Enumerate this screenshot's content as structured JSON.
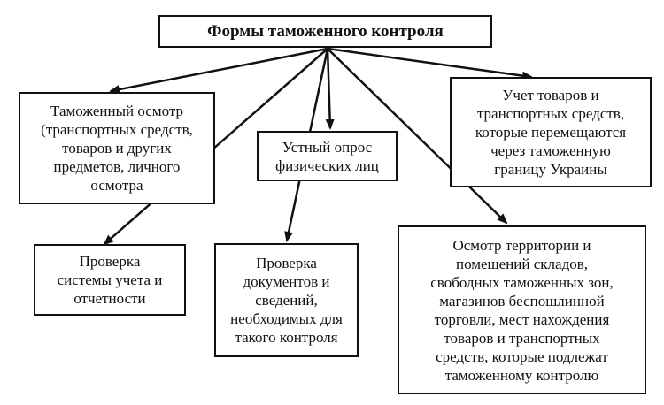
{
  "diagram": {
    "title": "Формы таможенного контроля",
    "nodes": {
      "inspection": "Таможенный осмотр\n(транспортных средств,\nтоваров и других\nпредметов, личного\nосмотра",
      "oral_survey": "Устный опрос\nфизических лиц",
      "accounting_goods": "Учет товаров и\nтранспортных средств,\nкоторые перемещаются\nчерез таможенную\nграницу Украины",
      "accounting_check": "Проверка\nсистемы учета и\nотчетности",
      "documents_check": "Проверка\nдокументов и\nсведений,\nнеобходимых для\nтакого контроля",
      "territory_inspection": "Осмотр территории и\nпомещений складов,\nсвободных таможенных зон,\nмагазинов беспошлинной\nторговли, мест нахождения\nтоваров и транспортных\nсредств, которые подлежат\nтаможенному контролю"
    }
  }
}
